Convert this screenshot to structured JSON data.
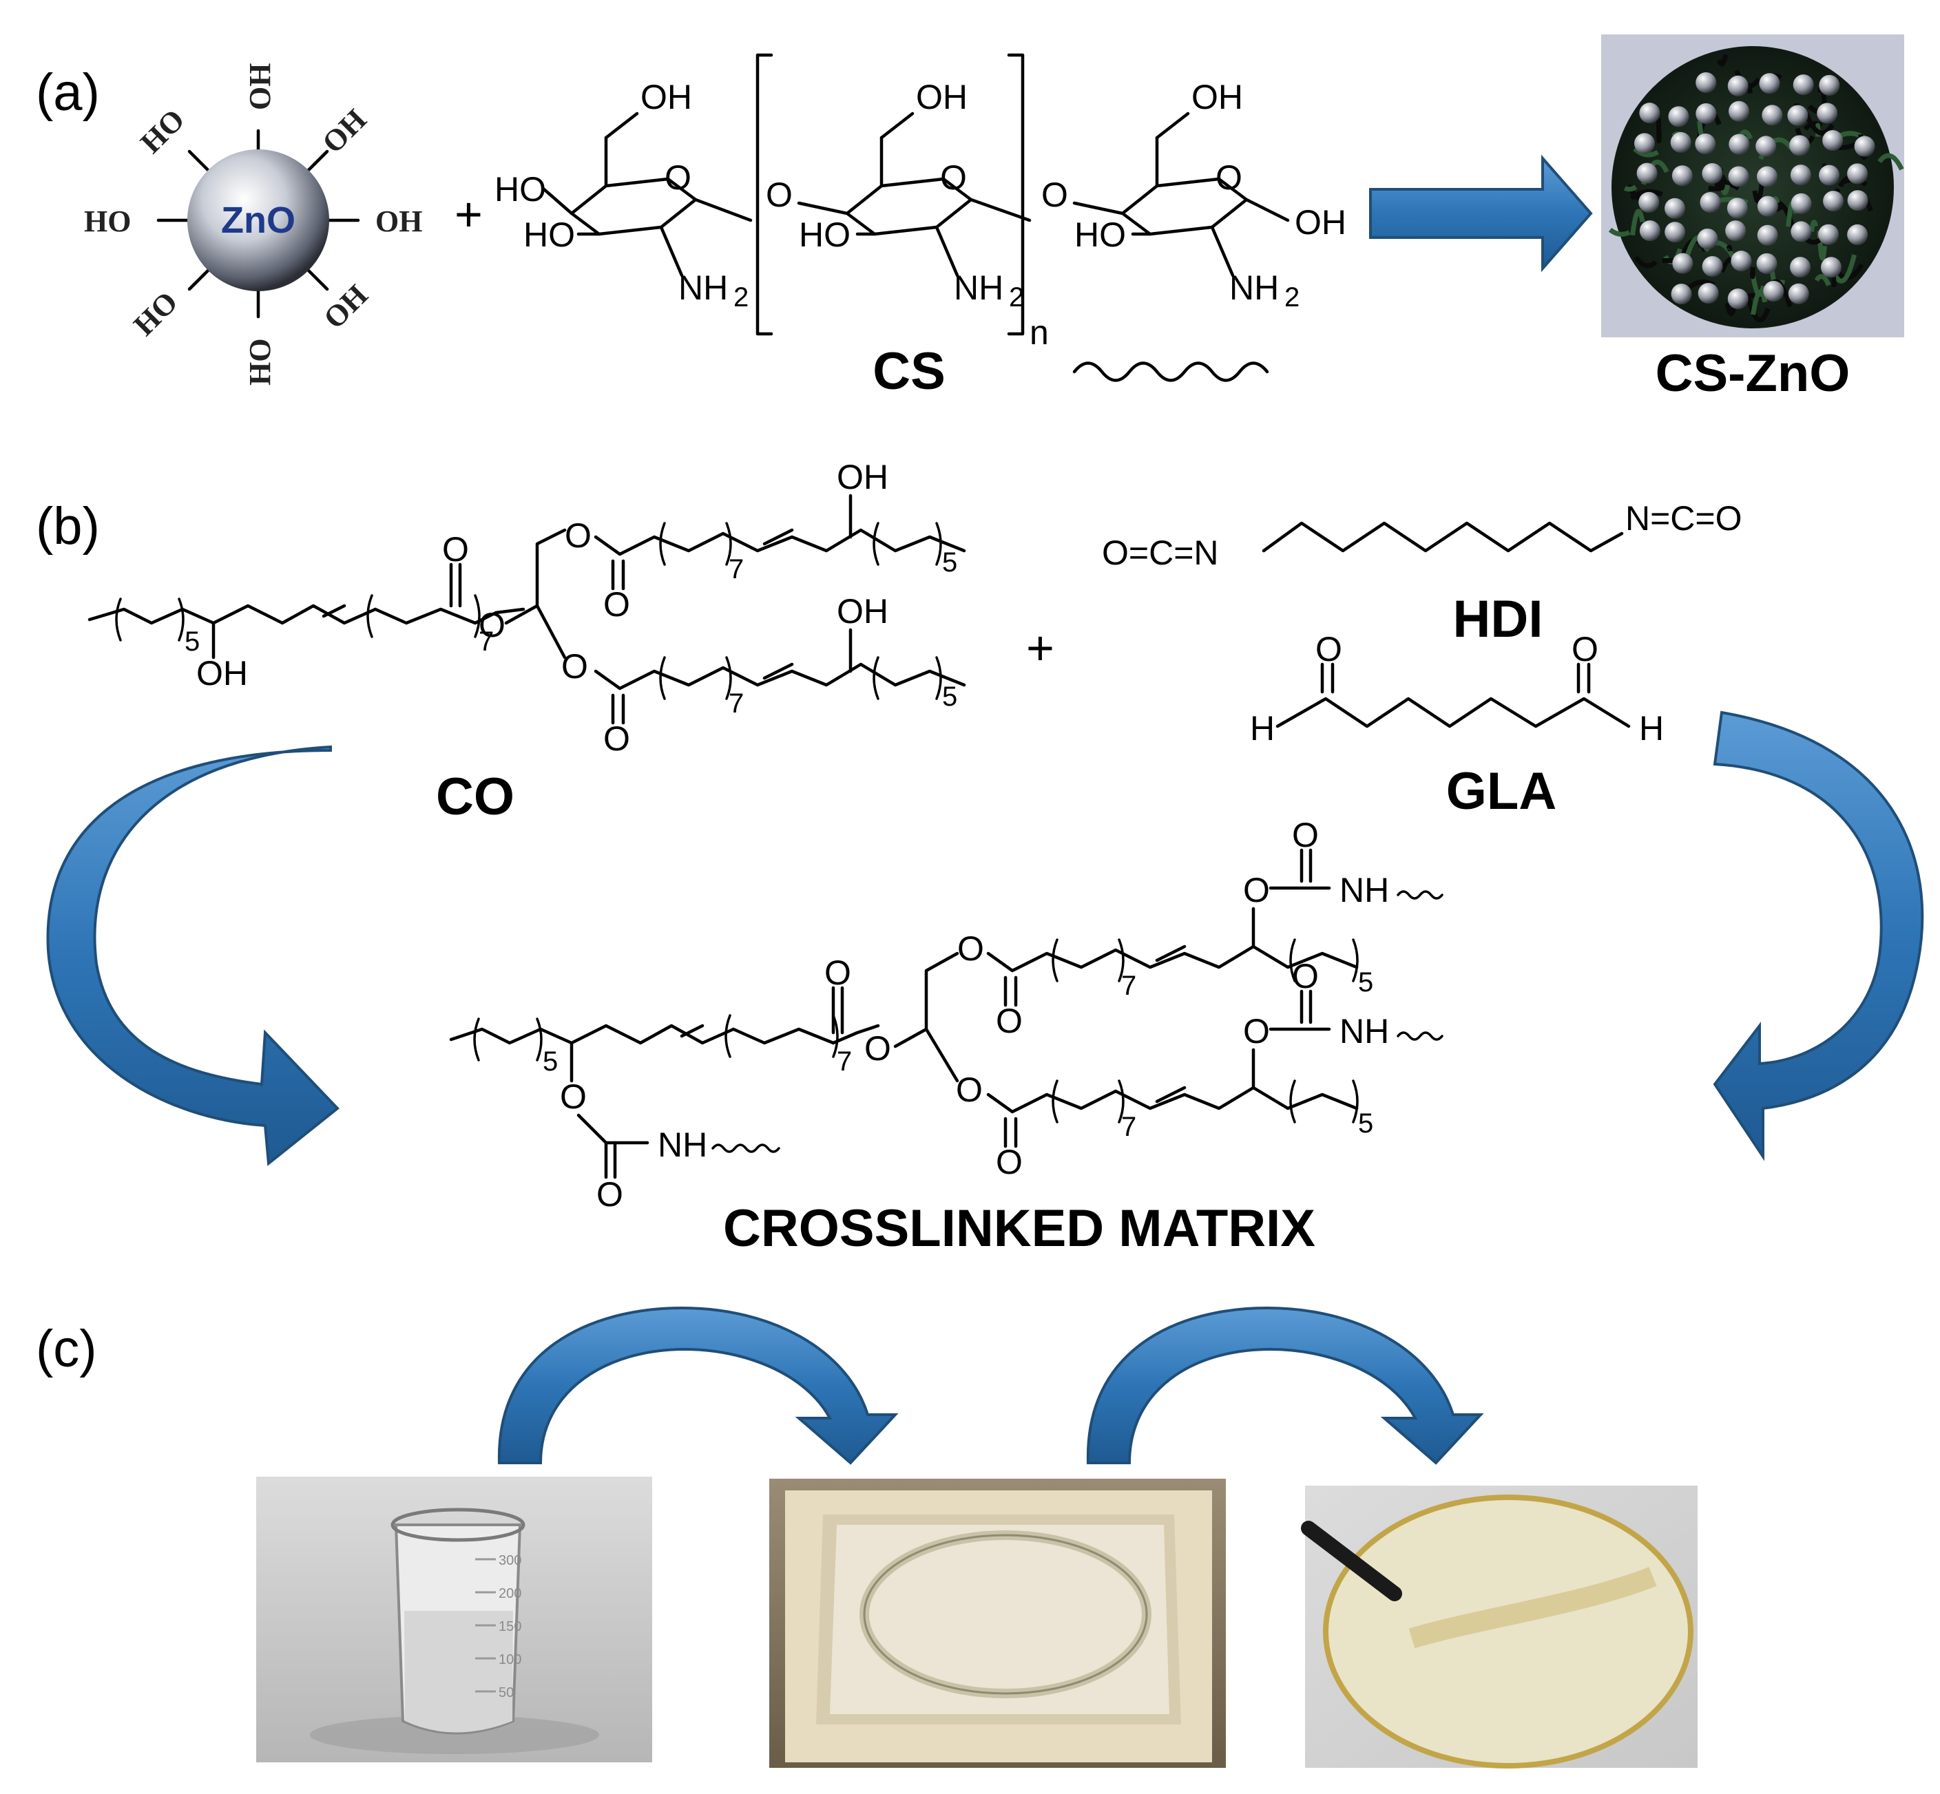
{
  "panels": {
    "a": {
      "label": "(a)",
      "zno_label": "ZnO",
      "oh": "OH",
      "ho": "HO",
      "plus": "+",
      "cs_oh": "OH",
      "cs_ho": "HO",
      "cs_o": "O",
      "cs_nh2": "NH",
      "cs_sub2": "2",
      "cs_n": "n",
      "cs_label": "CS",
      "product_label": "CS-ZnO"
    },
    "b": {
      "label": "(b)",
      "plus": "+",
      "co_label": "CO",
      "hdi_label": "HDI",
      "gla_label": "GLA",
      "hdi_left": "O=C=N",
      "hdi_right": "N=C=O",
      "gla_h": "H",
      "o": "O",
      "oh": "OH",
      "nh": "NH",
      "sub5": "5",
      "sub7": "7",
      "crosslinked_label": "CROSSLINKED MATRIX"
    },
    "c": {
      "label": "(c)",
      "beaker_marks": [
        "300",
        "200",
        "150",
        "100",
        "50"
      ]
    }
  },
  "colors": {
    "arrow_blue": "#2e75b6",
    "arrow_dark": "#1f4e79",
    "zno_blue": "#1f3a8a",
    "photo_gray": "#cfcfcf",
    "tray_beige": "#e8dcc0",
    "film_cream": "#e9e4c8"
  },
  "icons": {
    "process_arrow": "curved-arrow-icon",
    "reaction_arrow": "block-arrow-icon"
  }
}
